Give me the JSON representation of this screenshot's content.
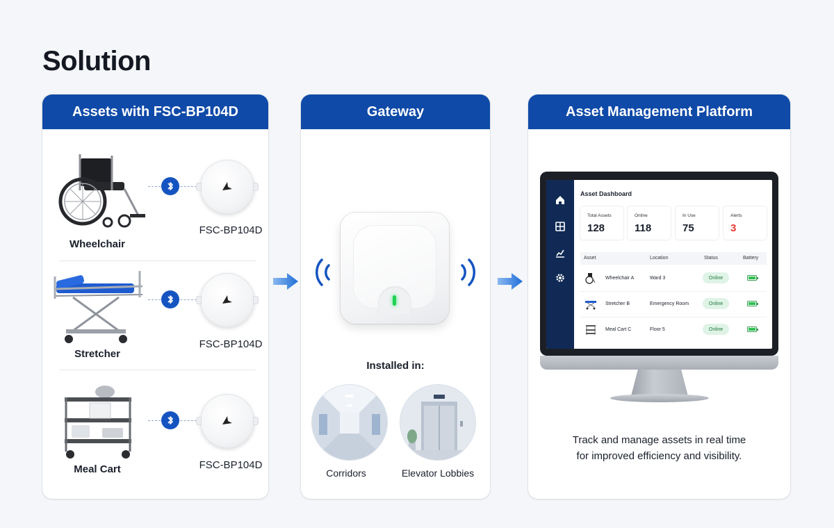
{
  "title": "Solution",
  "panels": {
    "assets": {
      "header": "Assets with FSC-BP104D",
      "items": [
        {
          "label": "Wheelchair",
          "model": "FSC-BP104D"
        },
        {
          "label": "Stretcher",
          "model": "FSC-BP104D"
        },
        {
          "label": "Meal Cart",
          "model": "FSC-BP104D"
        }
      ]
    },
    "gateway": {
      "header": "Gateway",
      "installed_label": "Installed in:",
      "locations": [
        {
          "label": "Corridors"
        },
        {
          "label": "Elevator Lobbies"
        }
      ]
    },
    "platform": {
      "header": "Asset Management Platform",
      "dashboard": {
        "title": "Asset Dashboard",
        "stats": [
          {
            "label": "Total Assets",
            "value": "128"
          },
          {
            "label": "Online",
            "value": "118"
          },
          {
            "label": "In Use",
            "value": "75"
          },
          {
            "label": "Alerts",
            "value": "3"
          }
        ],
        "columns": [
          "Asset",
          "Location",
          "Status",
          "Battery"
        ],
        "rows": [
          {
            "asset": "Wheelchair A",
            "location": "Ward 3",
            "status": "Online"
          },
          {
            "asset": "Stretcher B",
            "location": "Emergency Room",
            "status": "Online"
          },
          {
            "asset": "Meal Cart C",
            "location": "Floor 5",
            "status": "Online"
          }
        ]
      },
      "tagline_line1": "Track and manage assets in real time",
      "tagline_line2": "for improved efficiency and visibility."
    }
  },
  "colors": {
    "header_blue": "#0f4aa8",
    "bluetooth_blue": "#1554c0",
    "arrow_blue": "#2f7fe0",
    "alert_red": "#e53935",
    "online_green": "#1f7a3e"
  },
  "icons": [
    "bluetooth-icon",
    "arrow-right-icon",
    "signal-wave-icon",
    "home-icon",
    "dashboard-icon",
    "chart-icon",
    "gear-icon",
    "battery-icon"
  ]
}
